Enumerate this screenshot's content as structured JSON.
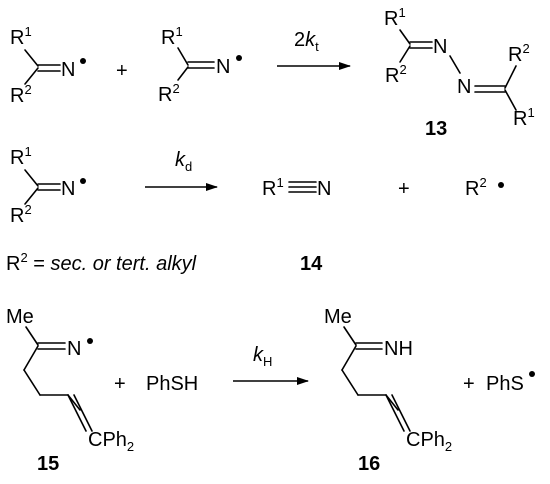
{
  "figure": {
    "atoms": {
      "R": "R",
      "N": "N",
      "C": "C",
      "Ph": "Ph",
      "two": "2",
      "one": "1",
      "NH": "NH",
      "Me": "Me",
      "PhSH": "PhSH",
      "PhS": "PhS",
      "plus": "+"
    },
    "reaction1": {
      "rate_coef": "2",
      "rate_k": "k",
      "rate_sub": "t",
      "product_number": "13"
    },
    "reaction2": {
      "rate_k": "k",
      "rate_sub": "d",
      "product_number": "14"
    },
    "footnote": {
      "lhs": "R",
      "sup": "2",
      "eq": " = ",
      "desc": "sec. or tert. alkyl"
    },
    "reaction3": {
      "rate_k": "k",
      "rate_sub": "H",
      "reactant_number": "15",
      "product_number": "16"
    }
  }
}
